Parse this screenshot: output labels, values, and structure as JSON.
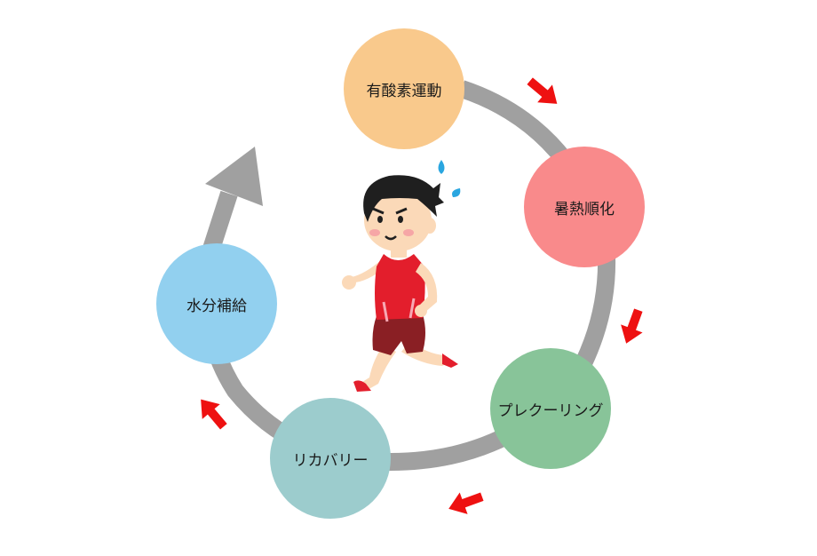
{
  "nodes": [
    {
      "label": "有酸素運動",
      "color": "#f9c98c"
    },
    {
      "label": "暑熱順化",
      "color": "#f98a8b"
    },
    {
      "label": "プレクーリング",
      "color": "#88c499"
    },
    {
      "label": "リカバリー",
      "color": "#9ccccd"
    },
    {
      "label": "水分補給",
      "color": "#92d0ef"
    }
  ],
  "colors": {
    "cycle_track": "#a0a0a0",
    "arrow": "#ee1111",
    "runner_shirt": "#e31e2c",
    "runner_shorts": "#8a1f24",
    "runner_skin": "#fbd9b8",
    "runner_hair": "#1f1f1f",
    "sweat": "#2aa6e0"
  },
  "illustration": {
    "name": "running-person"
  }
}
